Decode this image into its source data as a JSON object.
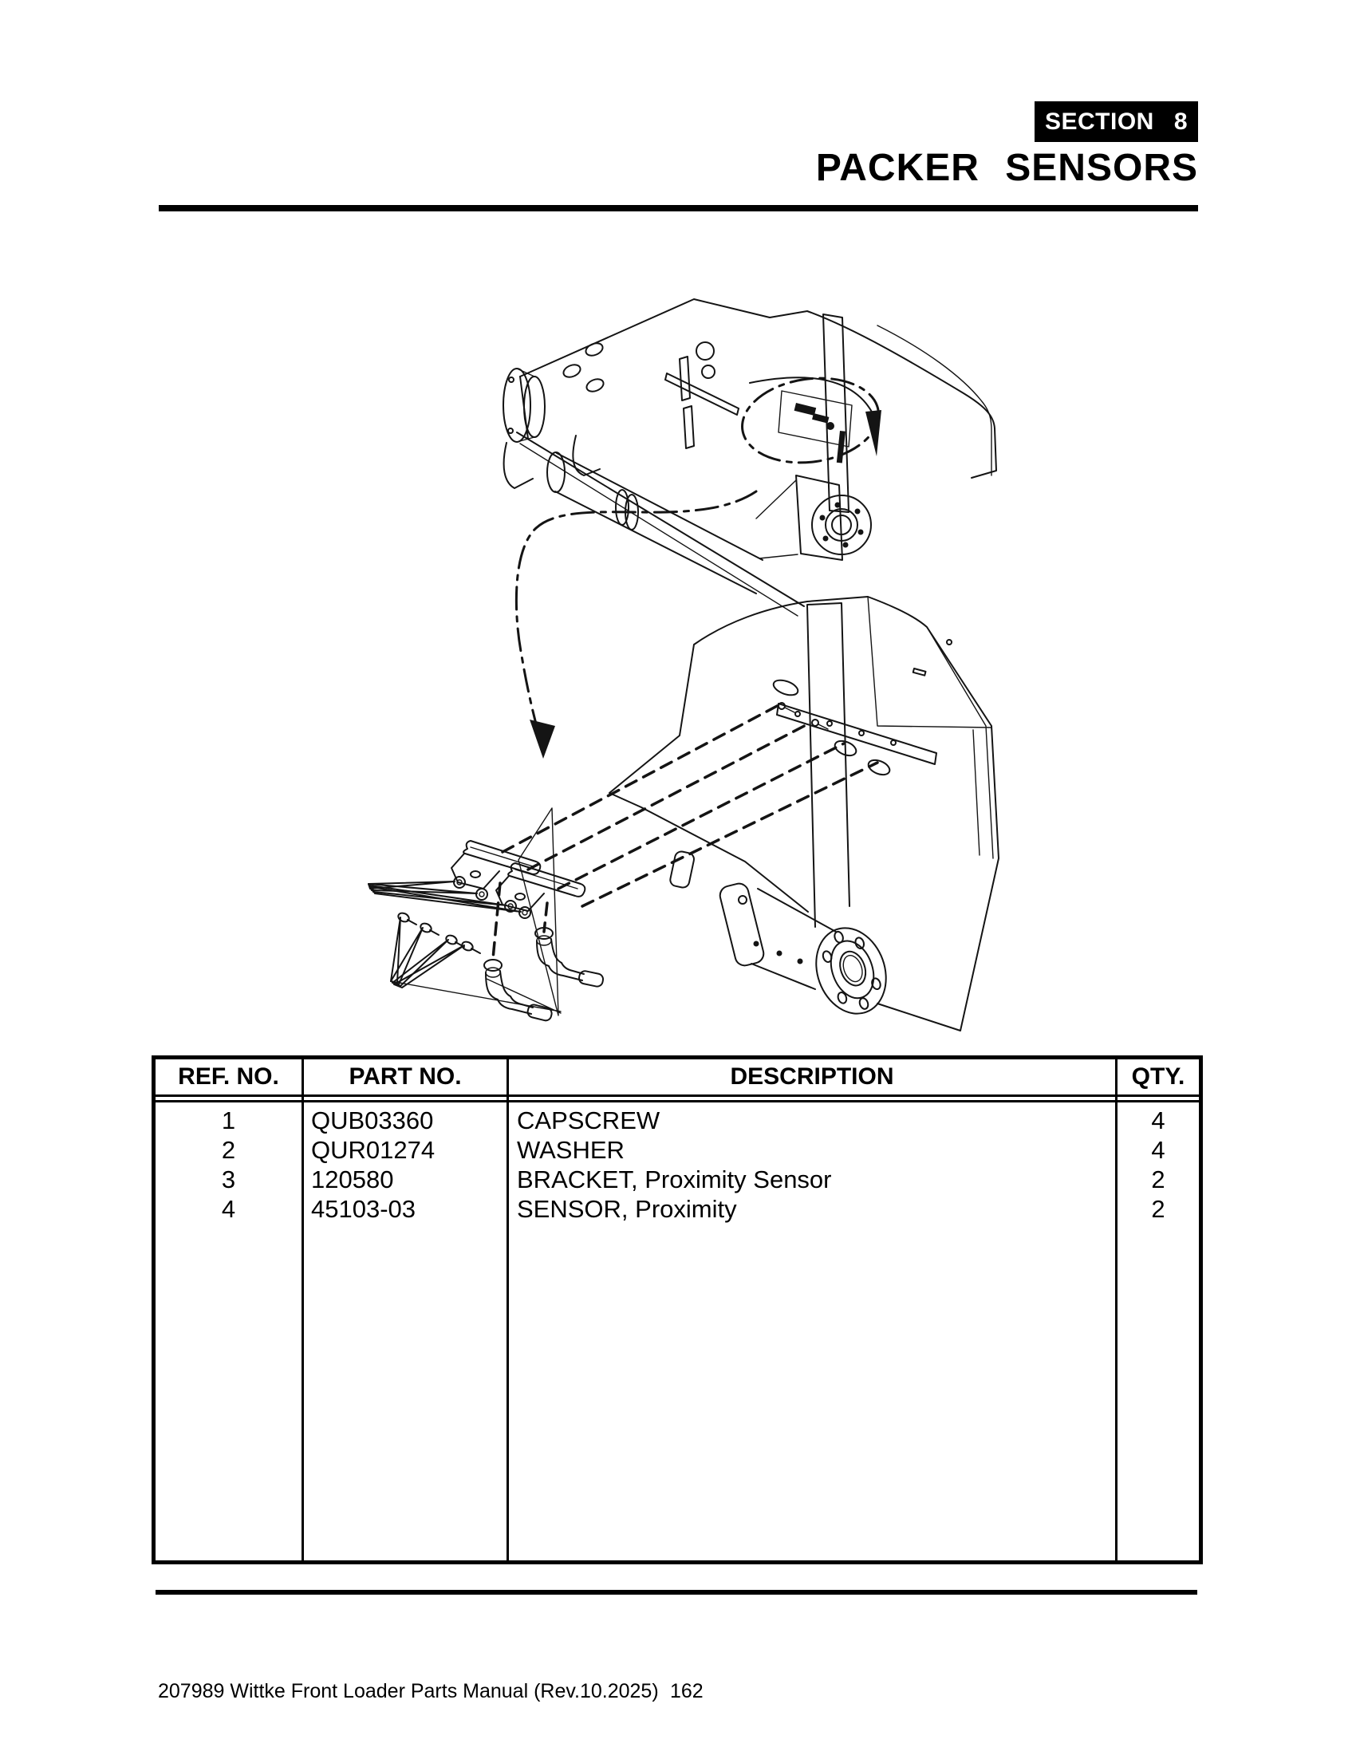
{
  "page": {
    "section_label": "SECTION",
    "section_number": "8",
    "title": "PACKER SENSORS"
  },
  "parts_table": {
    "headers": [
      "REF. NO.",
      "PART NO.",
      "DESCRIPTION",
      "QTY."
    ],
    "rows": [
      {
        "ref": "1",
        "part": "QUB03360",
        "desc": "CAPSCREW",
        "qty": "4"
      },
      {
        "ref": "2",
        "part": "QUR01274",
        "desc": "WASHER",
        "qty": "4"
      },
      {
        "ref": "3",
        "part": "120580",
        "desc": "BRACKET, Proximity Sensor",
        "qty": "2"
      },
      {
        "ref": "4",
        "part": "45103-03",
        "desc": "SENSOR, Proximity",
        "qty": "2"
      }
    ]
  },
  "footer": {
    "manual_title": "207989 Wittke Front Loader Parts Manual (Rev.10.2025)",
    "page_number": "162"
  },
  "colors": {
    "ink": "#000000",
    "paper": "#ffffff"
  }
}
